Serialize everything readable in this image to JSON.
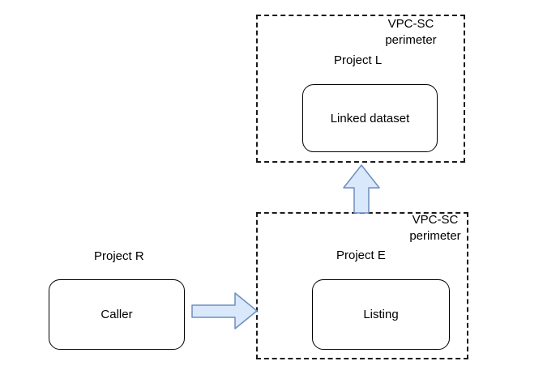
{
  "diagram": {
    "top_perimeter": {
      "perimeter_label": "VPC-SC\nperimeter",
      "project_label": "Project L",
      "node_label": "Linked dataset"
    },
    "bottom_perimeter": {
      "perimeter_label": "VPC-SC\nperimeter",
      "project_label": "Project E",
      "node_label": "Listing"
    },
    "caller_group": {
      "project_label": "Project R",
      "node_label": "Caller"
    },
    "arrows": [
      {
        "name": "caller-to-listing-perimeter",
        "direction": "right"
      },
      {
        "name": "listing-perimeter-to-linked-dataset-perimeter",
        "direction": "up"
      }
    ]
  },
  "colors": {
    "background": "#ffffff",
    "text": "#000000",
    "box_border": "#000000",
    "dashed_border": "#1a1a1a",
    "arrow_fill": "#dae8fc",
    "arrow_stroke": "#6c8ebf"
  }
}
